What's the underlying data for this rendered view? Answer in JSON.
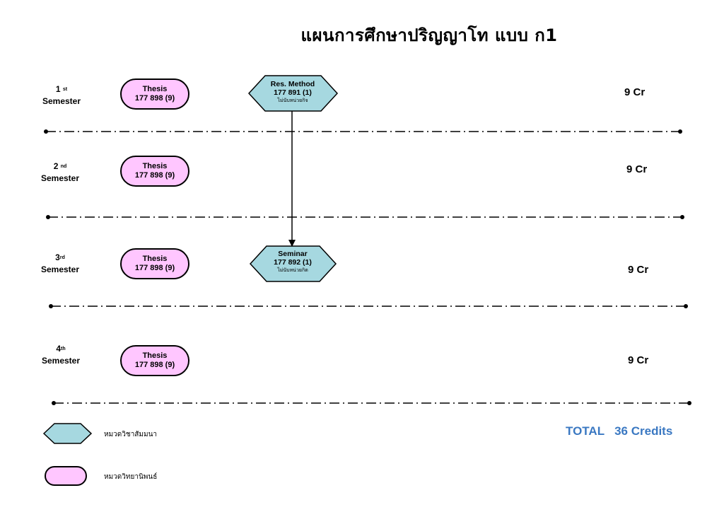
{
  "title": "แผนการศึกษาปริญญาโท แบบ ก1",
  "semesters": [
    {
      "num": "1",
      "suffix": "st",
      "label": "Semester",
      "course_name": "Thesis",
      "course_code": "177 898 (9)",
      "credits": "9 Cr"
    },
    {
      "num": "2",
      "suffix": "nd",
      "label": "Semester",
      "course_name": "Thesis",
      "course_code": "177 898 (9)",
      "credits": "9 Cr"
    },
    {
      "num": "3",
      "suffix": "rd",
      "label": "Semester",
      "course_name": "Thesis",
      "course_code": "177 898 (9)",
      "credits": "9 Cr"
    },
    {
      "num": "4",
      "suffix": "th",
      "label": "Semester",
      "course_name": "Thesis",
      "course_code": "177 898 (9)",
      "credits": "9 Cr"
    }
  ],
  "seminars": [
    {
      "name": "Res. Method",
      "code": "177 891 (1)",
      "note": "ไม่นับหน่วยกิจ"
    },
    {
      "name": "Seminar",
      "code": "177 892 (1)",
      "note": "ไม่นับหน่วยกิต"
    }
  ],
  "total": {
    "label": "TOTAL",
    "value": "36 Credits"
  },
  "legend": {
    "seminar_group": "หมวดวิชาสัมมนา",
    "thesis_group": "หมวดวิทยานิพนธ์"
  },
  "colors": {
    "thesis_fill": "#ffc6ff",
    "seminar_fill": "#a6d8e0",
    "total_text": "#3a78c2"
  }
}
